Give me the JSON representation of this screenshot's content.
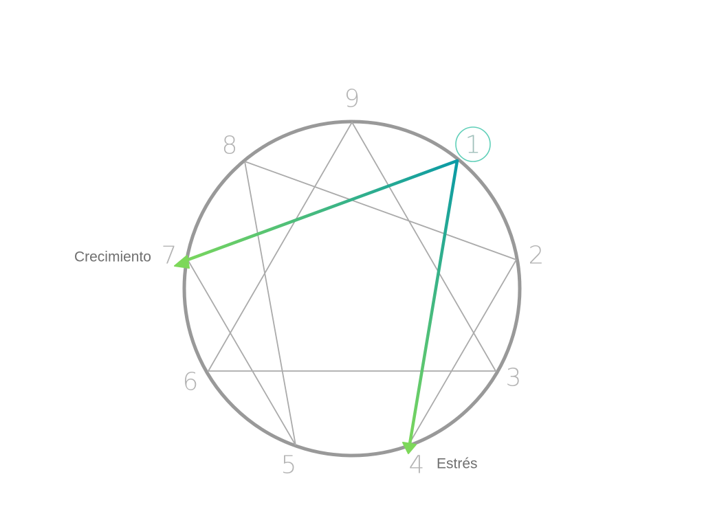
{
  "diagram": {
    "points": [
      {
        "label": "9"
      },
      {
        "label": "1"
      },
      {
        "label": "2"
      },
      {
        "label": "3"
      },
      {
        "label": "4"
      },
      {
        "label": "5"
      },
      {
        "label": "6"
      },
      {
        "label": "7"
      },
      {
        "label": "8"
      }
    ],
    "highlighted_point": "1",
    "growth": {
      "label": "Crecimiento",
      "target": "7"
    },
    "stress": {
      "label": "Estrés",
      "target": "4"
    },
    "colors": {
      "circle": "#999999",
      "lines": "#aaaaaa",
      "numbers": "#b3b3b3",
      "highlight_ring": "#5fcfb8",
      "arrow_start": "#0a9aa6",
      "arrow_end": "#7dd85a",
      "text": "#6f6f6f"
    }
  }
}
